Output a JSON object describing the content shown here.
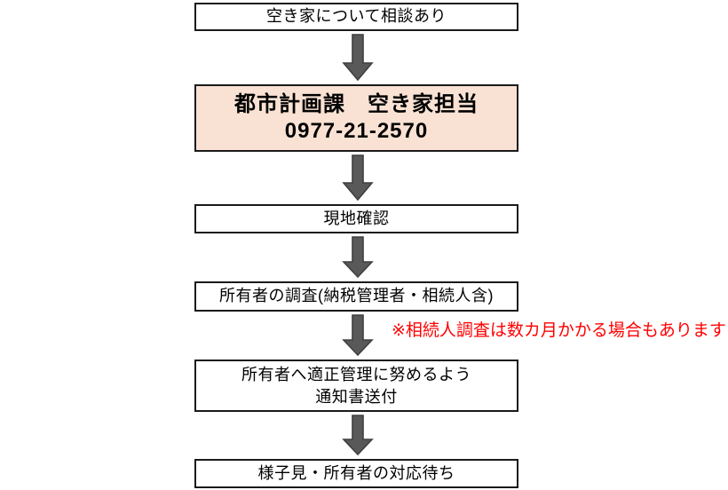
{
  "chart_data": {
    "type": "diagram",
    "diagram_kind": "flowchart",
    "orientation": "top-to-bottom",
    "title": "",
    "nodes": [
      {
        "id": "n1",
        "label": "空き家について相談あり",
        "shape": "rectangle",
        "fill": "#ffffff",
        "border": "#1a1a1a",
        "emphasis": false
      },
      {
        "id": "n2",
        "label": "都市計画課　空き家担当\n0977-21-2570",
        "shape": "rectangle",
        "fill": "#f9e2d4",
        "border": "#1a1a1a",
        "emphasis": true
      },
      {
        "id": "n3",
        "label": "現地確認",
        "shape": "rectangle",
        "fill": "#ffffff",
        "border": "#1a1a1a",
        "emphasis": false
      },
      {
        "id": "n4",
        "label": "所有者の調査(納税管理者・相続人含)",
        "shape": "rectangle",
        "fill": "#ffffff",
        "border": "#1a1a1a",
        "emphasis": false
      },
      {
        "id": "n5",
        "label": "所有者へ適正管理に努めるよう\n通知書送付",
        "shape": "rectangle",
        "fill": "#ffffff",
        "border": "#1a1a1a",
        "emphasis": false
      },
      {
        "id": "n6",
        "label": "様子見・所有者の対応待ち",
        "shape": "rectangle",
        "fill": "#ffffff",
        "border": "#1a1a1a",
        "emphasis": false
      }
    ],
    "edges": [
      {
        "from": "n1",
        "to": "n2",
        "label": "",
        "style": "block-arrow-down",
        "color": "#595959"
      },
      {
        "from": "n2",
        "to": "n3",
        "label": "",
        "style": "block-arrow-down",
        "color": "#595959"
      },
      {
        "from": "n3",
        "to": "n4",
        "label": "",
        "style": "block-arrow-down",
        "color": "#595959"
      },
      {
        "from": "n4",
        "to": "n5",
        "label": "",
        "style": "block-arrow-down",
        "color": "#595959"
      },
      {
        "from": "n5",
        "to": "n6",
        "label": "",
        "style": "block-arrow-down",
        "color": "#595959"
      }
    ],
    "annotations": [
      {
        "id": "note1",
        "text": "※相続人調査は数カ月かかる場合もあります",
        "color": "#ff0000",
        "anchor": "n4-to-n5-edge"
      }
    ]
  },
  "flow": {
    "steps": {
      "step1": {
        "text": "空き家について相談あり"
      },
      "step2": {
        "department": "都市計画課　空き家担当",
        "phone": "0977-21-2570"
      },
      "step3": {
        "text": "現地確認"
      },
      "step4": {
        "text": "所有者の調査(納税管理者・相続人含)"
      },
      "step5": {
        "text": "所有者へ適正管理に努めるよう\n通知書送付"
      },
      "step6": {
        "text": "様子見・所有者の対応待ち"
      }
    },
    "note": {
      "text": "※相続人調査は数カ月かかる場合もあります"
    }
  },
  "colors": {
    "highlight_fill": "#f9e2d4",
    "box_border": "#1a1a1a",
    "arrow_fill": "#595959",
    "arrow_stroke": "#3f3f3f",
    "note_text": "#ff0000",
    "page_background": "#ffffff",
    "text": "#000000"
  }
}
